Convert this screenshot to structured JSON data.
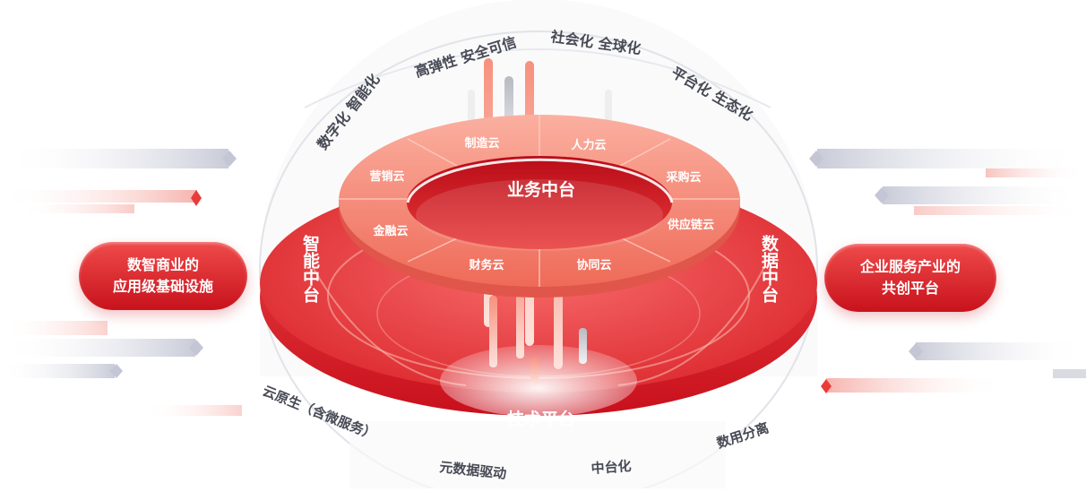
{
  "diagram": {
    "outer_arc_labels": {
      "a": "数字化 智能化",
      "b": "高弹性 安全可信",
      "c": "社会化 全球化",
      "d": "平台化 生态化"
    },
    "bottom_arc_labels": {
      "a": "云原生（含微服务）",
      "b": "元数据驱动",
      "c": "中台化",
      "d": "数用分离"
    },
    "center_title": "业务中台",
    "clouds": [
      "制造云",
      "人力云",
      "采购云",
      "供应链云",
      "协同云",
      "财务云",
      "金融云",
      "营销云"
    ],
    "left_platform": "智能中台",
    "right_platform": "数据中台",
    "bottom_platform": "技术平台",
    "left_pill": [
      "数智商业的",
      "应用级基础设施"
    ],
    "right_pill": [
      "企业服务产业的",
      "共创平台"
    ],
    "colors": {
      "primary_red": "#d81e28",
      "light_red": "#f58b7a",
      "grey": "#c9cbd3"
    }
  }
}
